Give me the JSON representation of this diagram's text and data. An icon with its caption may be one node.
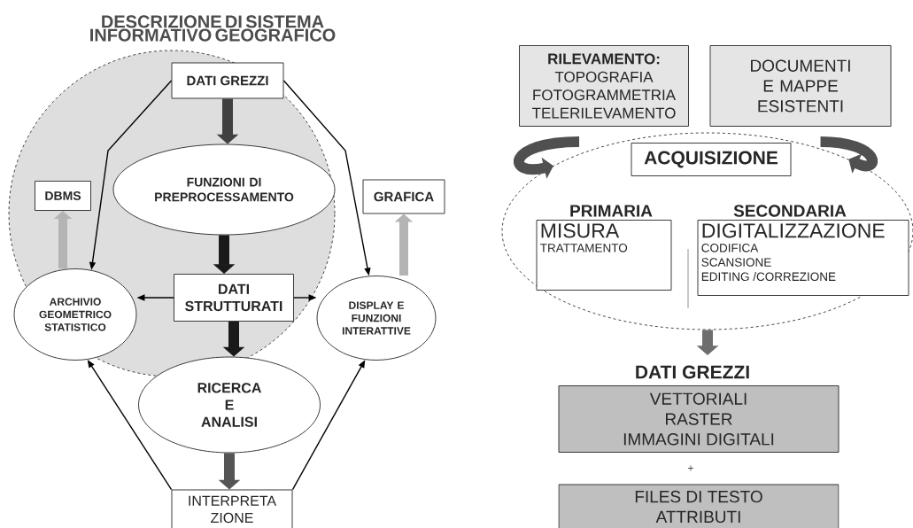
{
  "diagram": {
    "title": "DESCRIZIONE DI SISTEMA INFORMATIVO GEOGRAFICO",
    "nodes": [
      {
        "text": [],
        "shape": "circle"
      },
      {
        "text": [
          "DATI GREZZI"
        ],
        "in": 0
      },
      {
        "text": [
          "FUNZIONI DI PREPROCESSAMENTO"
        ],
        "in": 0
      },
      {
        "text": [
          "DBMS"
        ],
        "in": 0
      },
      {
        "text": [
          "GRAFICA"
        ]
      },
      {
        "text": [
          "ARCHIVIO GEOMETRICO STATISTICO"
        ],
        "in": 0
      },
      {
        "text": [
          "DATI STRUTTURATI"
        ],
        "in": 0
      },
      {
        "text": [
          "DISPLAY E FUNZIONI INTERATTIVE"
        ]
      },
      {
        "text": [
          "RICERCA E ANALISI"
        ]
      },
      {
        "text": [
          "INTERPRETA ZIONE"
        ]
      },
      {
        "text": [
          "RILEVAMENTO:",
          "TOPOGRAFIA",
          "FOTOGRAMMETRIA",
          "TELERILEVAMENTO"
        ]
      },
      {
        "text": [
          "DOCUMENTI E MAPPE ESISTENTI"
        ]
      },
      {
        "text": [],
        "shape": "ellipse"
      },
      {
        "text": [
          "ACQUISIZIONE"
        ],
        "in": 12
      },
      {
        "text": [
          "PRIMARIA",
          "MISURA",
          "TRATTAMENTO"
        ],
        "in": 12
      },
      {
        "text": [
          "SECONDARIA",
          "DIGITALIZZAZIONE",
          "CODIFICA",
          "SCANSIONE",
          "EDITING /CORREZIONE"
        ],
        "in": 12
      },
      {
        "text": [
          "DATI GREZZI",
          "VETTORIALI",
          "RASTER",
          "IMMAGINI DIGITALI"
        ]
      },
      {
        "text": [
          "FILES DI TESTO",
          "ATTRIBUTI"
        ]
      }
    ],
    "edges": [
      {
        "from": 1,
        "to": 2,
        "arrow": "to",
        "color": "#404040"
      },
      {
        "from": 1,
        "to": 5,
        "arrow": "to"
      },
      {
        "from": 1,
        "to": 7,
        "arrow": "to"
      },
      {
        "from": 2,
        "to": 6,
        "arrow": "to",
        "color": "#1a1a1a"
      },
      {
        "from": 5,
        "to": 3,
        "arrow": "to",
        "color": "#b4b4b4"
      },
      {
        "from": 7,
        "to": 4,
        "arrow": "to",
        "color": "#b4b4b4"
      },
      {
        "from": 6,
        "to": 5,
        "arrow": "to"
      },
      {
        "from": 6,
        "to": 7,
        "arrow": "to"
      },
      {
        "from": 6,
        "to": 8,
        "arrow": "to",
        "color": "#1a1a1a"
      },
      {
        "from": 8,
        "to": 9,
        "arrow": "to",
        "color": "#555555"
      },
      {
        "from": 9,
        "to": 5,
        "arrow": "to"
      },
      {
        "from": 9,
        "to": 7,
        "arrow": "to"
      },
      {
        "from": 10,
        "to": 12,
        "arrow": "to",
        "color": "#505050"
      },
      {
        "from": 11,
        "to": 12,
        "arrow": "to",
        "color": "#505050"
      },
      {
        "from": 12,
        "to": 16,
        "arrow": "to",
        "color": "#6e6e6e"
      }
    ],
    "labels": [
      "+"
    ]
  }
}
